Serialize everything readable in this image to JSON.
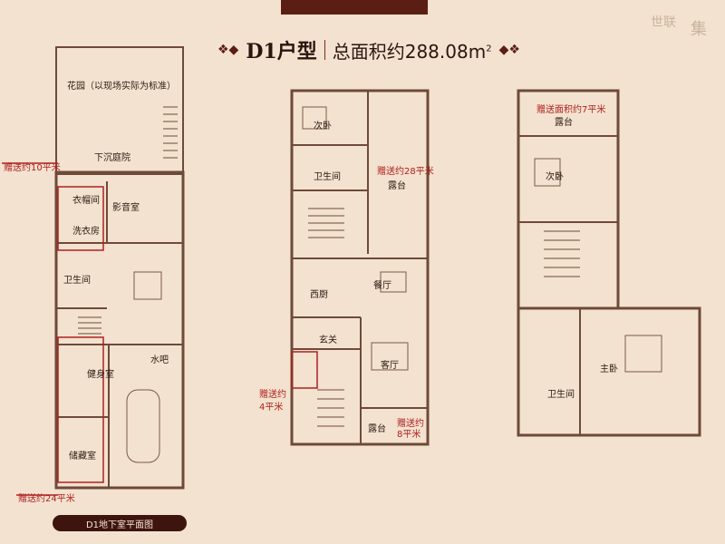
{
  "header": {
    "title_type": "D1户型",
    "title_area": "总面积约288.08m",
    "title_unit_sup": "2"
  },
  "watermark": {
    "left": "世联",
    "right": "集"
  },
  "basement": {
    "garden": "花园（以现场实际为标准）",
    "sunken_court": "下沉庭院",
    "bonus1": "赠送约10平米",
    "closet": "衣帽间",
    "laundry": "洗衣房",
    "theater": "影音室",
    "wc": "卫生间",
    "bar": "水吧",
    "gym": "健身室",
    "storage": "储藏室",
    "bonus2": "赠送约24平米",
    "caption": "D1地下室平面图"
  },
  "first_floor": {
    "bedroom": "次卧",
    "wc": "卫生间",
    "bonus_terrace": "赠送约28平米",
    "terrace": "露台",
    "kitchen": "西厨",
    "dining": "餐厅",
    "foyer": "玄关",
    "living": "客厅",
    "bonus_a_line1": "赠送约",
    "bonus_a_line2": "4平米",
    "front_terrace": "露台",
    "bonus_b": "赠送约",
    "bonus_b2": "8平米"
  },
  "second_floor": {
    "bonus_terrace": "赠送面积约7平米",
    "terrace": "露台",
    "bedroom": "次卧",
    "wc": "卫生间",
    "master": "主卧"
  },
  "colors": {
    "wall": "#6e4a3a",
    "accent_red": "#b02020",
    "background": "#f3e2cf",
    "caption_bg": "#3e140f"
  }
}
